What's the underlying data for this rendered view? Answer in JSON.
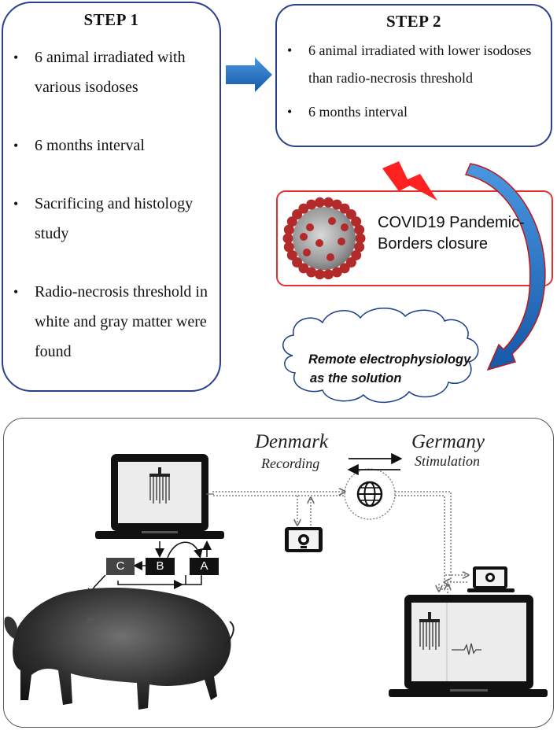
{
  "step1": {
    "title": "STEP 1",
    "bullets": [
      "6 animal irradiated with various isodoses",
      "6 months interval",
      "Sacrificing and histology study",
      "Radio-necrosis threshold in white and gray matter were found"
    ]
  },
  "step2": {
    "title": "STEP 2",
    "bullets": [
      "6 animal irradiated with lower isodoses than radio-necrosis threshold",
      "6 months interval"
    ]
  },
  "covid": {
    "line1": "COVID19 Pandemic-",
    "line2": "Borders closure"
  },
  "cloud": {
    "line1": "Remote electrophysiology",
    "line2": "as the solution"
  },
  "setup": {
    "country_left": "Denmark",
    "role_left": "Recording",
    "country_right": "Germany",
    "role_right": "Stimulation",
    "box_a": "A",
    "box_b": "B",
    "box_c": "C"
  },
  "colors": {
    "box_border": "#2a3f8f",
    "arrow_blue": "#1f6fc2",
    "covid_red": "#e53030",
    "virus": "#b22a2a"
  },
  "icons": [
    "arrow-right-icon",
    "lightning-icon",
    "virus-image",
    "curved-arrow-icon",
    "cloud-shape",
    "laptop-icon",
    "globe-icon",
    "webcam-icon",
    "pig-image"
  ]
}
